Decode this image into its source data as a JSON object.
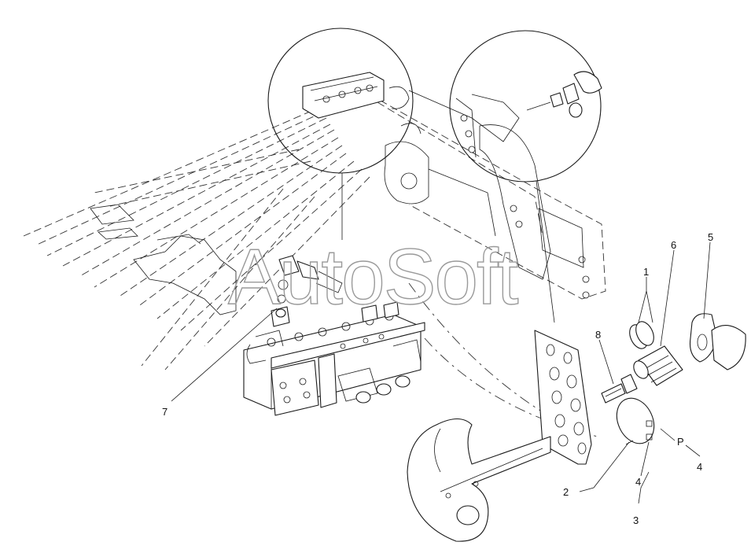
{
  "watermark": "AutoSoft",
  "callouts": [
    {
      "id": "c1",
      "text": "1"
    },
    {
      "id": "c2",
      "text": "2"
    },
    {
      "id": "c3",
      "text": "3"
    },
    {
      "id": "c4a",
      "text": "4"
    },
    {
      "id": "c4b",
      "text": "4"
    },
    {
      "id": "c5",
      "text": "5"
    },
    {
      "id": "c6",
      "text": "6"
    },
    {
      "id": "c7",
      "text": "7"
    },
    {
      "id": "c8",
      "text": "8"
    },
    {
      "id": "cP",
      "text": "P"
    }
  ],
  "colors": {
    "line": "#1a1a1a",
    "watermark": "#9a9a9a",
    "background": "#ffffff"
  }
}
